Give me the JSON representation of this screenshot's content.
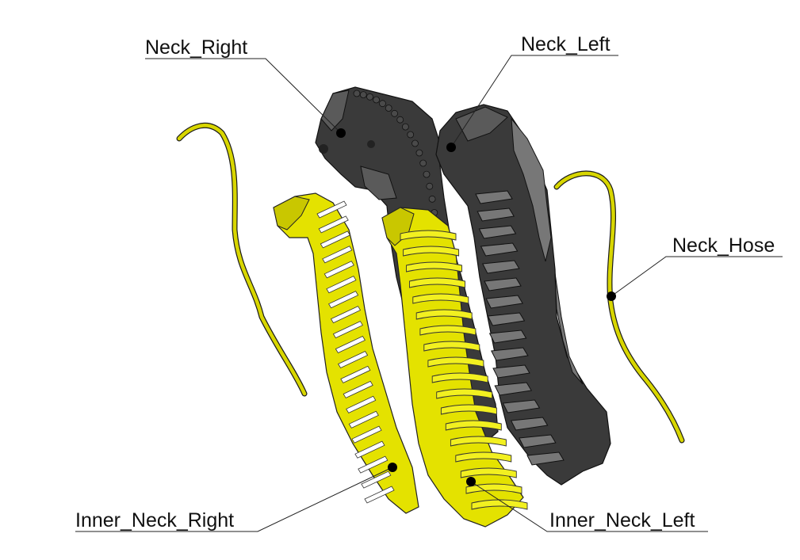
{
  "labels": {
    "neck_right": "Neck_Right",
    "neck_left": "Neck_Left",
    "neck_hose": "Neck_Hose",
    "inner_neck_right": "Inner_Neck_Right",
    "inner_neck_left": "Inner_Neck_Left"
  },
  "colors": {
    "dark_part": "#3a3a3a",
    "yellow_part": "#e4e200",
    "leader": "#222222"
  }
}
